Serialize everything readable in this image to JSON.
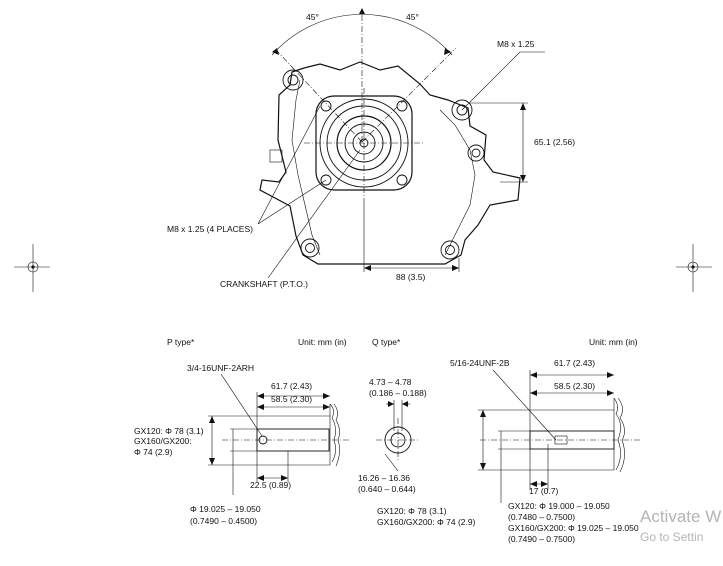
{
  "top_view": {
    "angle_left": "45°",
    "angle_right": "45°",
    "thread_label": "M8 x 1.25",
    "height_dim": "65.1 (2.56)",
    "holes_label": "M8 x 1.25 (4 PLACES)",
    "crankshaft_label": "CRANKSHAFT (P.T.O.)",
    "width_dim": "88 (3.5)"
  },
  "p_type": {
    "title": "P type*",
    "unit": "Unit: mm (in)",
    "thread": "3/4-16UNF-2ARH",
    "dim_617": "61.7 (2.43)",
    "dim_585": "58.5 (2.30)",
    "dia_line1": "GX120: Φ 78 (3.1)",
    "dia_line2": "GX160/GX200:",
    "dia_line3": "Φ 74 (2.9)",
    "dim_225": "22.5 (0.89)",
    "shaft_dia1": "Φ 19.025 – 19.050",
    "shaft_dia2": "(0.7490 – 0.4500)"
  },
  "q_type": {
    "title": "Q type*",
    "key_w1": "4.73 – 4.78",
    "key_w2": "(0.186 – 0.188)",
    "key_d1": "16.26 – 16.36",
    "key_d2": "(0.640 – 0.644)",
    "dia1": "GX120: Φ 78 (3.1)",
    "dia2": "GX160/GX200: Φ 74 (2.9)"
  },
  "r_type": {
    "unit": "Unit: mm (in)",
    "thread": "5/16-24UNF-2B",
    "dim_617": "61.7 (2.43)",
    "dim_585": "58.5 (2.30)",
    "dim_17": "17 (0.7)",
    "dia_line1": "GX120: Φ 19.000 – 19.050",
    "dia_line2": "(0.7480 – 0.7500)",
    "dia_line3": "GX160/GX200: Φ 19.025 – 19.050",
    "dia_line4": "(0.7490 – 0.7500)"
  },
  "watermark": {
    "line1": "Activate W",
    "line2": "Go to Settin"
  }
}
